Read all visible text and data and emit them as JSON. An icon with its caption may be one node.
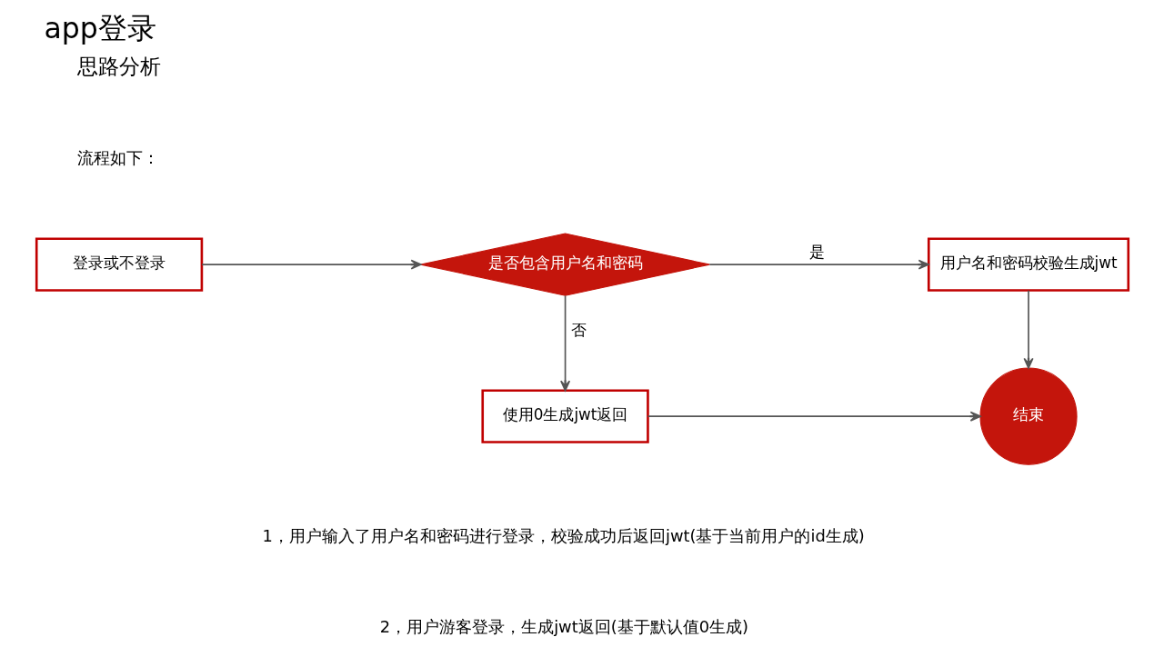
{
  "diagram": {
    "title": "app登录",
    "nodes": [
      {
        "text": [
          "登录或不登录"
        ]
      },
      {
        "text": [
          "是否包含用户名和密码"
        ]
      },
      {
        "text": [
          "用户名和密码校验生成jwt"
        ]
      },
      {
        "text": [
          "使用0生成jwt返回"
        ]
      },
      {
        "text": [
          "结束"
        ]
      }
    ],
    "edges": [
      {
        "from": 0,
        "to": 1,
        "arrow": "to"
      },
      {
        "from": 1,
        "to": 2,
        "label": "是",
        "arrow": "to"
      },
      {
        "from": 1,
        "to": 3,
        "label": "否",
        "arrow": "to"
      },
      {
        "from": 2,
        "to": 4,
        "arrow": "to"
      },
      {
        "from": 3,
        "to": 4,
        "arrow": "to"
      }
    ],
    "labels": [
      "思路分析",
      "流程如下：",
      "1，用户输入了用户名和密码进行登录，校验成功后返回jwt(基于当前用户的id生成)",
      "2，用户游客登录，生成jwt返回(基于默认值0生成)"
    ]
  }
}
